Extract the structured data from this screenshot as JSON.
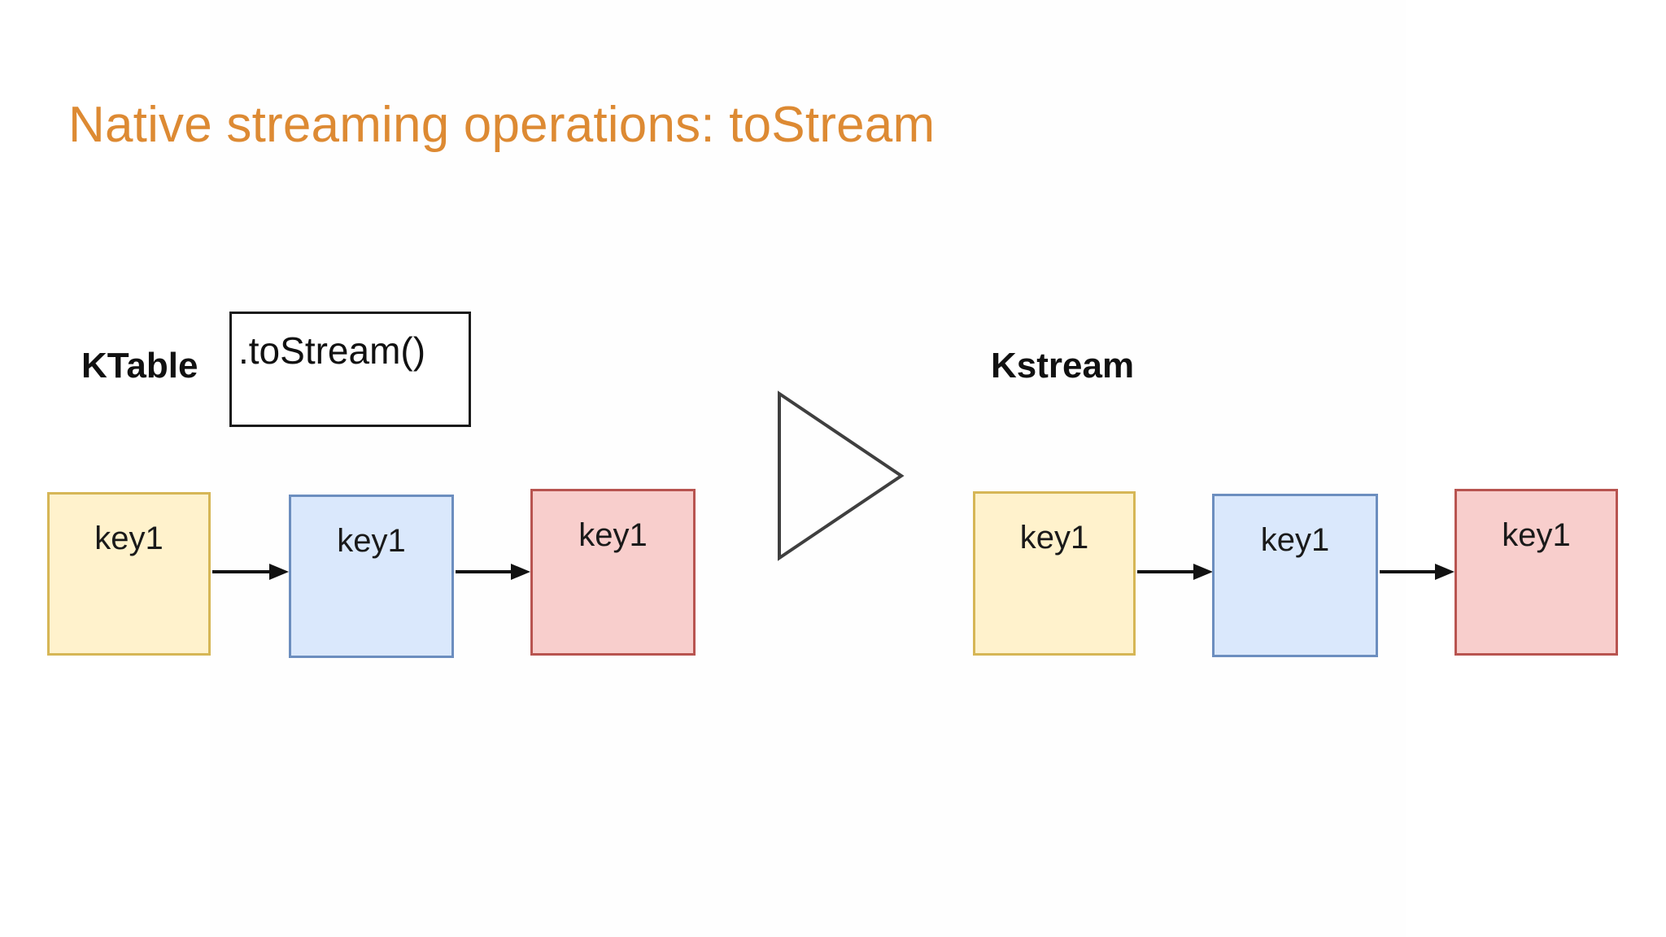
{
  "slide": {
    "title": "Native streaming operations: toStream",
    "title_color": "#dd8a33",
    "background_color": "#ffffff"
  },
  "left_group": {
    "type_label": "KTable",
    "operation_label": ".toStream()",
    "boxes": [
      {
        "label": "key1",
        "fill": "#fff2cc",
        "stroke": "#d6b656",
        "color_name": "yellow"
      },
      {
        "label": "key1",
        "fill": "#dae8fc",
        "stroke": "#6c8ebf",
        "color_name": "blue"
      },
      {
        "label": "key1",
        "fill": "#f8cecc",
        "stroke": "#b85450",
        "color_name": "red"
      }
    ]
  },
  "transition": {
    "icon_name": "play-triangle-icon",
    "stroke": "#3f3f3f",
    "fill": "none"
  },
  "right_group": {
    "type_label": "Kstream",
    "boxes": [
      {
        "label": "key1",
        "fill": "#fff2cc",
        "stroke": "#d6b656",
        "color_name": "yellow"
      },
      {
        "label": "key1",
        "fill": "#dae8fc",
        "stroke": "#6c8ebf",
        "color_name": "blue"
      },
      {
        "label": "key1",
        "fill": "#f8cecc",
        "stroke": "#b85450",
        "color_name": "red"
      }
    ]
  },
  "arrows": {
    "stroke": "#111111",
    "count_left": 2,
    "count_right": 2
  }
}
